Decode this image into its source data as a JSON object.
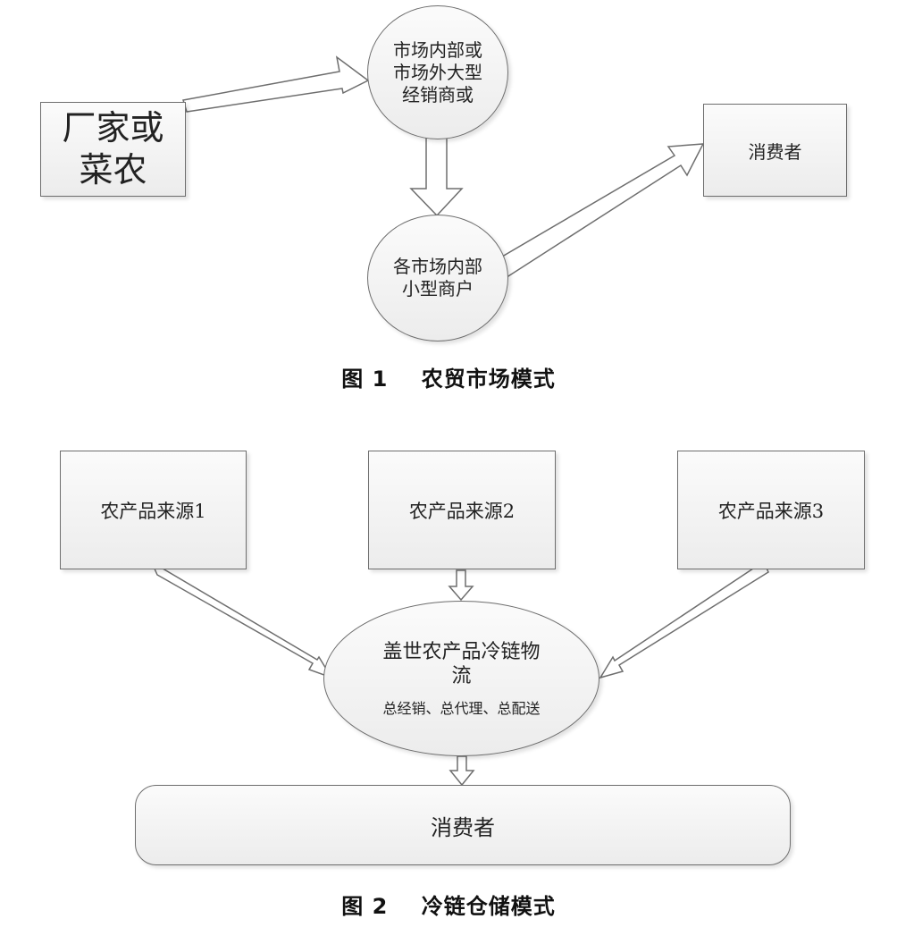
{
  "figure1": {
    "caption_label": "图 1",
    "caption_title": "农贸市场模式",
    "node_producer": [
      "厂家或",
      "菜农"
    ],
    "node_wholesaler": [
      "市场内部或",
      "市场外大型",
      "经销商或"
    ],
    "node_retailer": [
      "各市场内部",
      "小型商户"
    ],
    "node_consumer": "消费者"
  },
  "figure2": {
    "caption_label": "图 2",
    "caption_title": "冷链仓储模式",
    "sources": [
      "农产品来源1",
      "农产品来源2",
      "农产品来源3"
    ],
    "hub_title": [
      "盖世农产品冷链物",
      "流"
    ],
    "hub_subtitle": "总经销、总代理、总配送",
    "consumer": "消费者"
  },
  "colors": {
    "border": "#6e6e6e",
    "fill_top": "#fbfbfb",
    "fill_bottom": "#ececec",
    "text": "#222222"
  }
}
